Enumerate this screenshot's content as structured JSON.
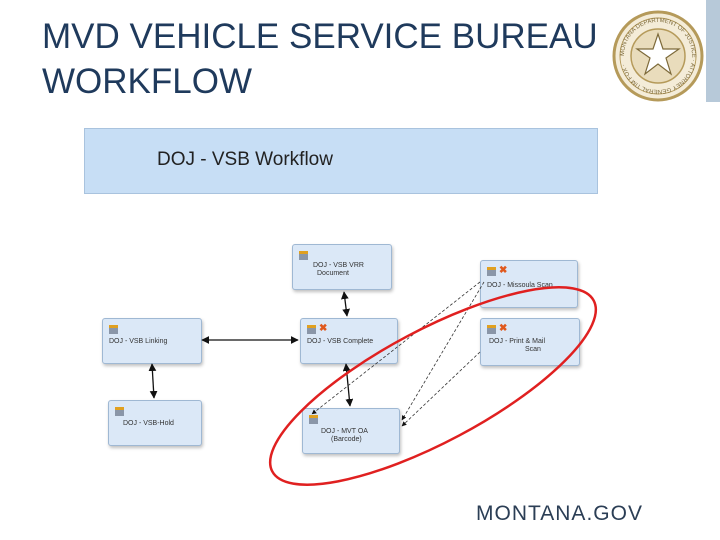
{
  "slide": {
    "title_line1": "MVD VEHICLE SERVICE BUREAU",
    "title_line2": "WORKFLOW",
    "footer": "MONTANA.GOV"
  },
  "seal": {
    "ring_text": "MONTANA DEPARTMENT OF JUSTICE · ATTORNEY GENERAL TIM FOX ·",
    "colors": {
      "ring": "#b59a5a",
      "inner": "#e9dcbc",
      "star": "#7d6a3a"
    }
  },
  "diagram": {
    "title": "DOJ - VSB Workflow",
    "nodes": {
      "vrr": {
        "line1": "DOJ - VSB VRR",
        "line2": "Document"
      },
      "missoula": {
        "line1": "DOJ - Missoula Scan"
      },
      "linking": {
        "line1": "DOJ - VSB Linking"
      },
      "complete": {
        "line1": "DOJ - VSB Complete"
      },
      "print": {
        "line1": "DOJ - Print & Mail",
        "line2": "Scan"
      },
      "hold": {
        "line1": "DOJ - VSB-Hold"
      },
      "mvtoa": {
        "line1": "DOJ - MVT OA",
        "line2": "(Barcode)"
      }
    },
    "highlight_color": "#e02020"
  }
}
